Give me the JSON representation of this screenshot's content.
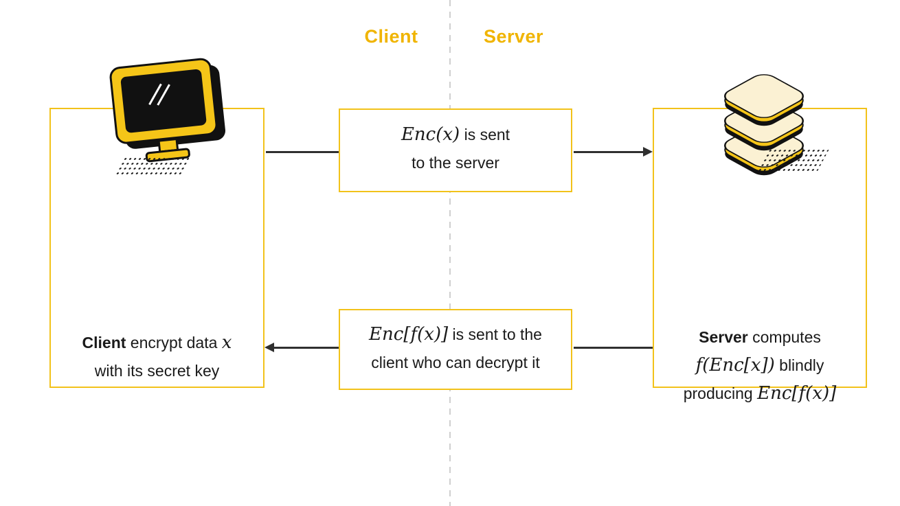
{
  "diagram": {
    "title_semantic": "homomorphic-encryption-client-server-flow",
    "colors": {
      "box_border_yellow": "#F2C21A",
      "header_gold": "#F0B400",
      "icon_yellow": "#F5C518",
      "icon_cream": "#FBF1D3",
      "text": "#1a1a1a",
      "arrow": "#2f2f2f",
      "divider": "#cfcfcf"
    },
    "header": {
      "client_label": "Client",
      "server_label": "Server"
    },
    "left_box": {
      "icon": "monitor-icon",
      "line1_bold": "Client",
      "line1_text": " encrypt data ",
      "line1_math": "x",
      "line2": "with its secret key"
    },
    "top_message_box": {
      "math": "Enc(x)",
      "text_after": " is sent",
      "line2": "to the server"
    },
    "bottom_message_box": {
      "math": "Enc[f(x)]",
      "text_after": " is sent to the",
      "line2": "client who can decrypt it"
    },
    "right_box": {
      "icon": "database-icon",
      "line1_bold": "Server",
      "line1_text": " computes",
      "line2_math": "f(Enc[x])",
      "line2_text": " blindly",
      "line3_text": "producing ",
      "line3_math": "Enc[f(x)]"
    }
  }
}
